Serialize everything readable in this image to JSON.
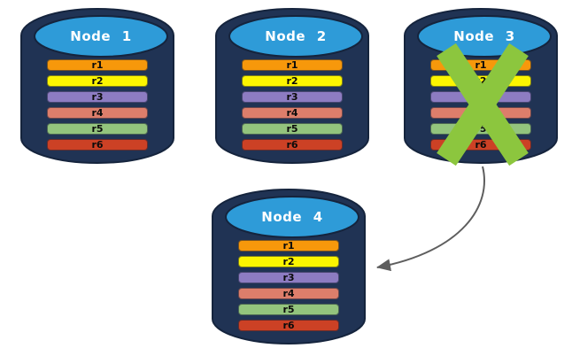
{
  "diagram": {
    "title": "replicated-database-nodes",
    "nodes": [
      {
        "id": "node-1",
        "label": "Node 1",
        "status": "healthy"
      },
      {
        "id": "node-2",
        "label": "Node 2",
        "status": "healthy"
      },
      {
        "id": "node-3",
        "label": "Node 3",
        "status": "failed"
      },
      {
        "id": "node-4",
        "label": "Node 4",
        "status": "healthy"
      }
    ],
    "rows": [
      {
        "label": "r1",
        "color": "#F7980B"
      },
      {
        "label": "r2",
        "color": "#FCF500"
      },
      {
        "label": "r3",
        "color": "#8D7CC2"
      },
      {
        "label": "r4",
        "color": "#DD7E6B"
      },
      {
        "label": "r5",
        "color": "#93C47D"
      },
      {
        "label": "r6",
        "color": "#CC4125"
      }
    ],
    "icons": {
      "cylinder": "database-cylinder-icon",
      "cross": "failure-cross-icon",
      "arrow": "replication-transfer-arrow-icon"
    },
    "colors": {
      "cylinder_body": "#203354",
      "cylinder_outline": "#15243D",
      "cylinder_top": "#2E9BD8",
      "failure_cross": "#8CC63E",
      "arrow": "#5E5E5E",
      "background": "#FFFFFF",
      "title_text": "#FFFFFF",
      "row_text": "#0B0B0B"
    }
  }
}
